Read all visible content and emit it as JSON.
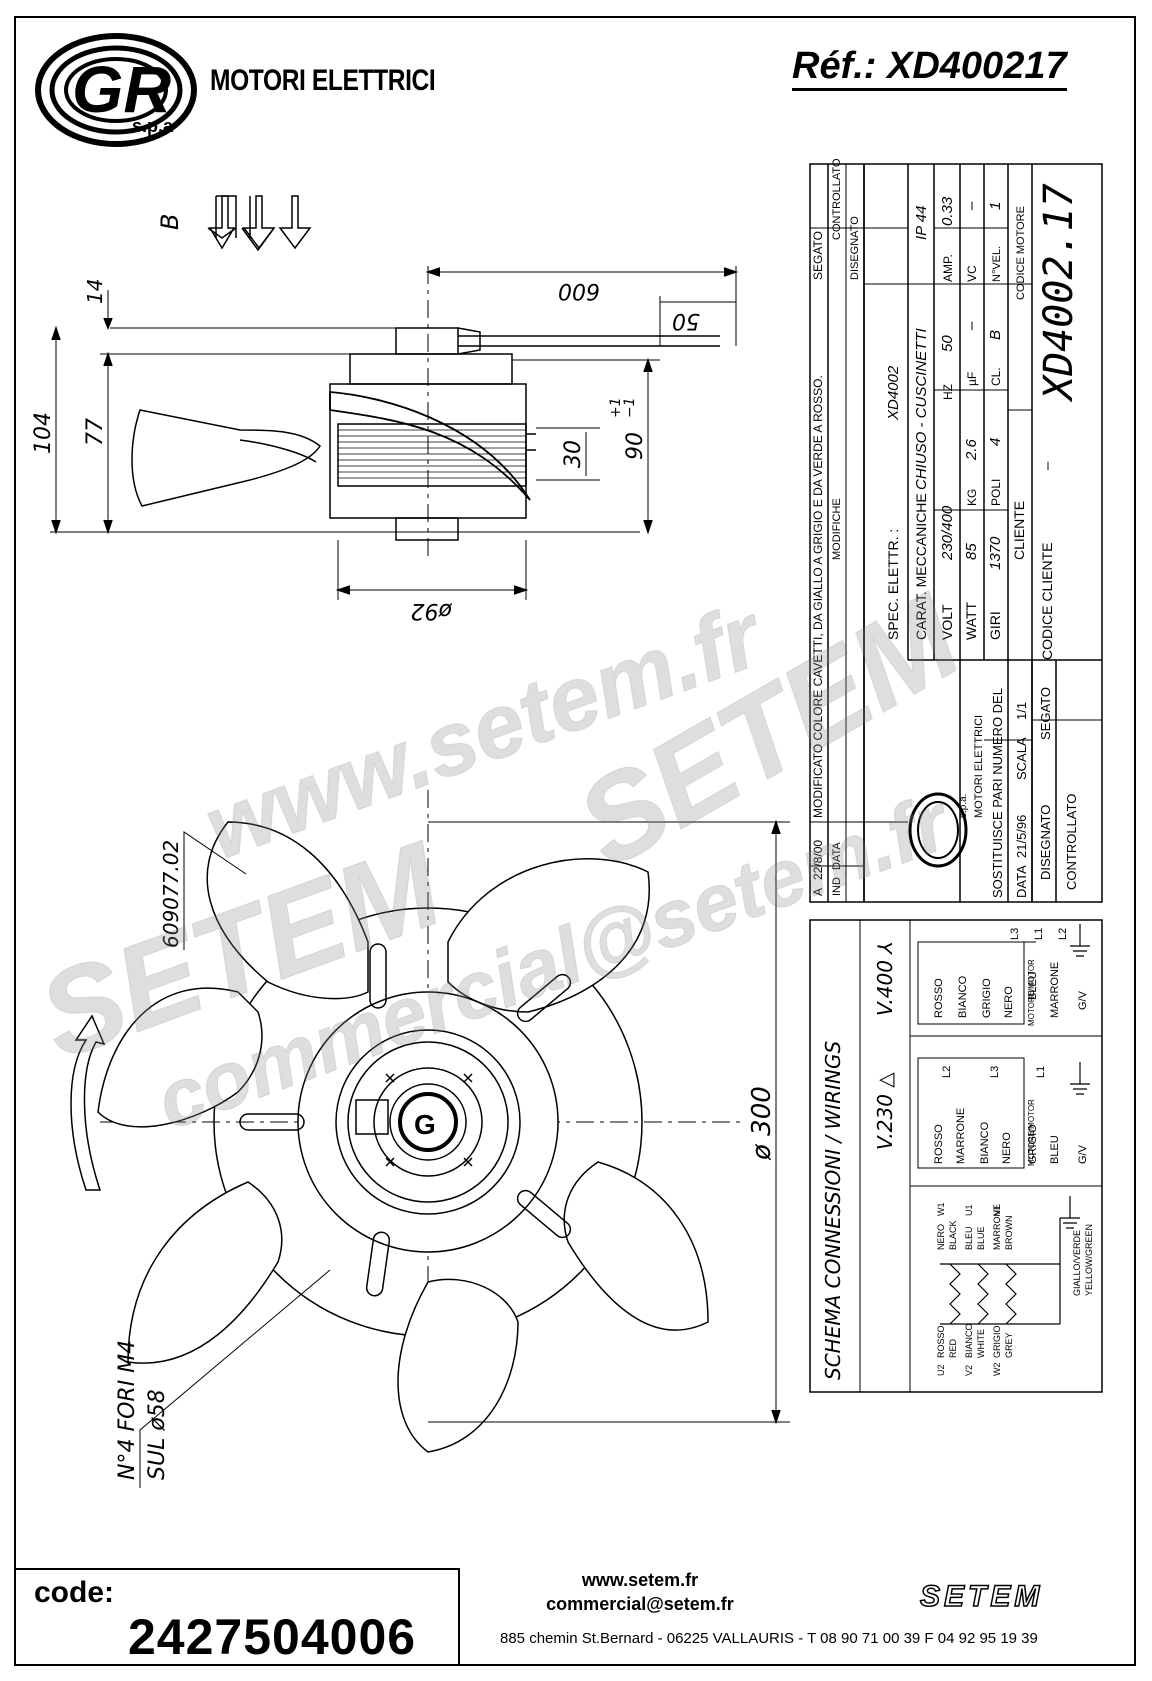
{
  "header": {
    "brand": "MOTORI ELETTRICI",
    "brand_sub": "s.p.a",
    "reference": "Réf.: XD400217"
  },
  "dimensions": {
    "arrow_label": "B",
    "d600": "600",
    "d50": "50",
    "d14": "14",
    "d104": "104",
    "d77": "77",
    "d30": "30",
    "d90": "90",
    "tol_plus": "+1",
    "tol_minus": "−1",
    "d92": "ø92",
    "fan_diameter": "ø 300",
    "fan_code": "609077.02",
    "holes_line1": "N°4 FORI M4",
    "holes_line2": "SUL ø58"
  },
  "title_block": {
    "revision": {
      "ind": "A",
      "date": "22/8/00",
      "text": "MODIFICATO COLORE CAVETTI, DA GIALLO A GRIGIO E DA VERDE A ROSSO.",
      "by": "SEGATO"
    },
    "rev_headers": {
      "ind": "IND",
      "data": "DATA",
      "modifiche": "MODIFICHE",
      "disegnato": "DISEGNATO",
      "controllato": "CONTROLLATO"
    },
    "company_small": "MOTORI ELETTRICI",
    "company_small_sub": "s.p.a.",
    "spec_label": "SPEC. ELETTR. :",
    "spec_value": "XD4002",
    "carat_label": "CARAT. MECCANICHE",
    "carat_value": "CHIUSO - CUSCINETTI",
    "ip": "IP 44",
    "volt_label": "VOLT",
    "volt_value": "230/400",
    "hz_label": "HZ",
    "hz_value": "50",
    "amp_label": "AMP.",
    "amp_value": "0.33",
    "watt_label": "WATT",
    "watt_value": "85",
    "kg_label": "KG",
    "kg_value": "2.6",
    "uf_label": "µF",
    "uf_value": "–",
    "vc_label": "VC",
    "vc_value": "–",
    "giri_label": "GIRI",
    "giri_value": "1370",
    "poli_label": "POLI",
    "poli_value": "4",
    "cl_label": "CL.",
    "cl_value": "B",
    "nvel_label": "N°VEL.",
    "nvel_value": "1",
    "cliente_label": "CLIENTE",
    "cliente_value": "–",
    "codice_cliente_label": "CODICE CLIENTE",
    "codice_motore_label": "CODICE MOTORE",
    "codice_motore_value": "XD4002.17",
    "sostituisce": "SOSTITUISCE PARI NUMERO DEL",
    "data_label": "DATA",
    "data_value": "21/5/96",
    "scala_label": "SCALA",
    "scala_value": "1/1",
    "disegnato_label": "DISEGNATO",
    "disegnato_value": "SEGATO",
    "controllato_label": "CONTROLLATO"
  },
  "wiring": {
    "title": "SCHEMA CONNESSIONI / WIRINGS",
    "v400": "V.400 ⅄",
    "v230": "V.230 △",
    "motor_label": "MOTORE/MOTOR",
    "wires400": [
      "ROSSO",
      "BIANCO",
      "GRIGIO",
      "NERO",
      "BLEU",
      "MARRONE",
      "G/V"
    ],
    "lines400": [
      "L3",
      "L1",
      "L2"
    ],
    "wires230": [
      "ROSSO",
      "MARRONE",
      "BIANCO",
      "NERO",
      "GRIGIO",
      "BLEU",
      "G/V"
    ],
    "lines230": [
      "L2",
      "L3",
      "L1"
    ],
    "coil_left": [
      {
        "tag": "U2",
        "it": "ROSSO",
        "en": "RED"
      },
      {
        "tag": "V2",
        "it": "BIANCO",
        "en": "WHITE"
      },
      {
        "tag": "W2",
        "it": "GRIGIO",
        "en": "GREY"
      }
    ],
    "coil_right": [
      {
        "tag": "W1",
        "it": "NERO",
        "en": "BLACK"
      },
      {
        "tag": "U1",
        "it": "BLEU",
        "en": "BLUE"
      },
      {
        "tag": "V1",
        "it": "MARRONE",
        "en": "BROWN"
      }
    ],
    "earth_it": "GIALLO/VERDE",
    "earth_en": "YELLOW/GREEN"
  },
  "watermark": {
    "line1": "www.setem.fr",
    "line2": "SETEM",
    "line3": "commercial@setem.fr",
    "line4": "SETEM"
  },
  "footer": {
    "code_label": "code:",
    "code_value": "2427504006",
    "web": "www.setem.fr",
    "email": "commercial@setem.fr",
    "address": "885 chemin St.Bernard  -  06225 VALLAURIS  -  T 08 90 71 00 39   F 04 92 95 19 39",
    "setem_logo": "SETEM"
  }
}
